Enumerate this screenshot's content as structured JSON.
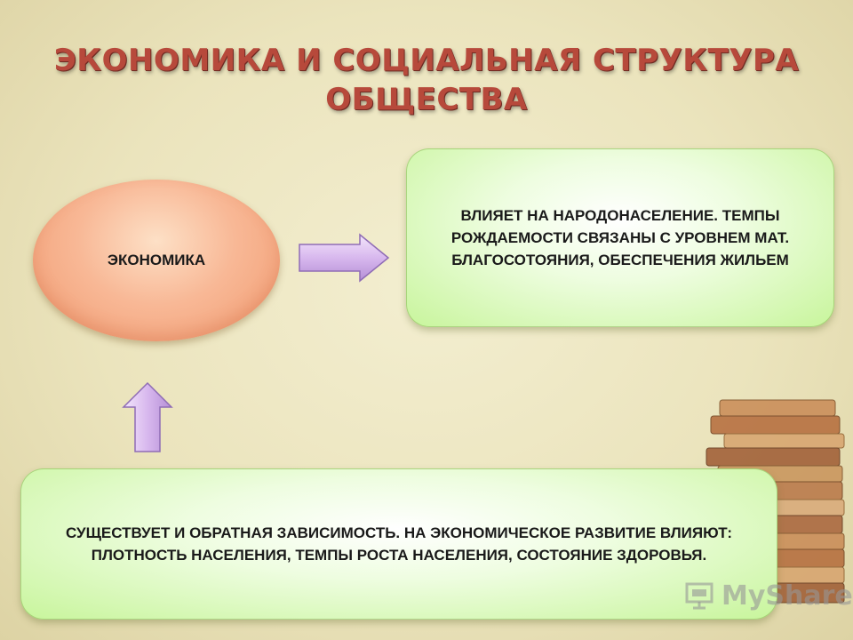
{
  "title": {
    "line1": "ЭКОНОМИКА И СОЦИАЛЬНАЯ СТРУКТУРА",
    "line2": "ОБЩЕСТВА"
  },
  "diagram": {
    "economy_label": "ЭКОНОМИКА",
    "top_box_text": "ВЛИЯЕТ НА НАРОДОНАСЕЛЕНИЕ. ТЕМПЫ РОЖДАЕМОСТИ СВЯЗАНЫ С УРОВНЕМ МАТ. БЛАГОСОТОЯНИЯ, ОБЕСПЕЧЕНИЯ ЖИЛЬЕМ",
    "bottom_box_text": "СУЩЕСТВУЕТ И ОБРАТНАЯ ЗАВИСИМОСТЬ. НА ЭКОНОМИЧЕСКОЕ РАЗВИТИЕ ВЛИЯЮТ: ПЛОТНОСТЬ НАСЕЛЕНИЯ, ТЕМПЫ РОСТА НАСЕЛЕНИЯ, СОСТОЯНИЕ ЗДОРОВЬЯ."
  },
  "watermark": {
    "text": "MyShared"
  },
  "colors": {
    "title": "#b7493b",
    "oval": "#f8b896",
    "box": "#c8f59c",
    "arrow": "#d8b8ee"
  }
}
